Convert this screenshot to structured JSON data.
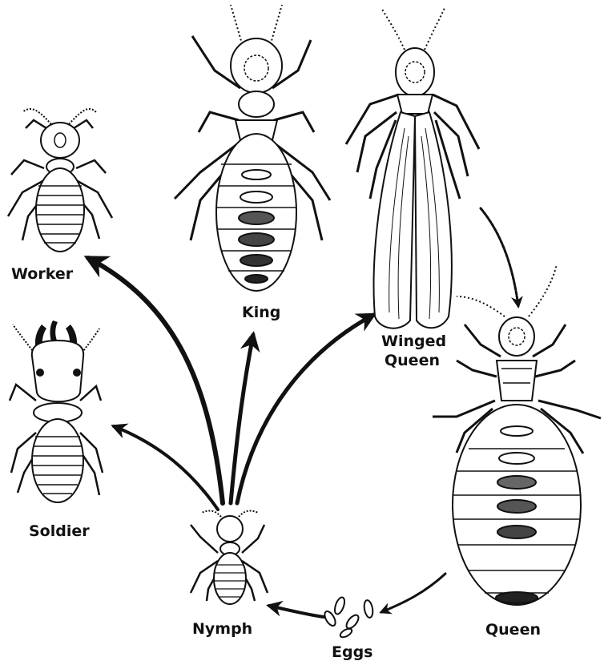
{
  "labels": {
    "worker": "Worker",
    "king": "King",
    "winged_queen_line1": "Winged",
    "winged_queen_line2": "Queen",
    "soldier": "Soldier",
    "nymph": "Nymph",
    "eggs": "Eggs",
    "queen": "Queen"
  },
  "colors": {
    "ink": "#111111",
    "paper": "#ffffff"
  }
}
